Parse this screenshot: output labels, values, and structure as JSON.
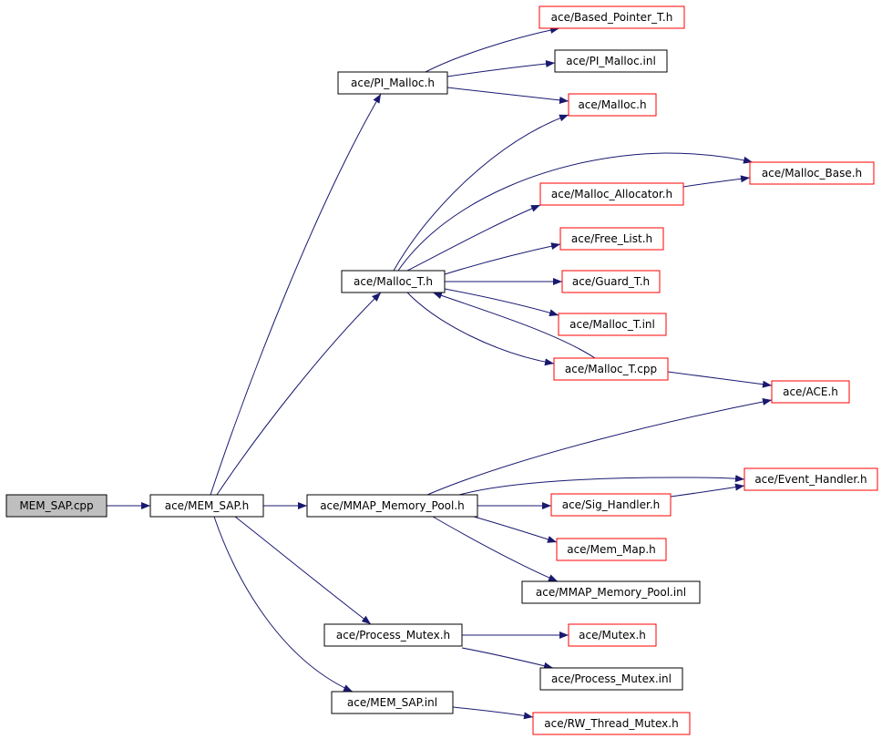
{
  "colors": {
    "edge": "#191970",
    "root_fill": "#bfbfbf",
    "border_plain": "#000000",
    "border_external": "#ff0000",
    "node_fill": "#ffffff"
  },
  "nodes": [
    {
      "id": "mem_sap_cpp",
      "label": "MEM_SAP.cpp",
      "style": "root"
    },
    {
      "id": "mem_sap_h",
      "label": "ace/MEM_SAP.h",
      "style": "plain"
    },
    {
      "id": "pi_malloc_h",
      "label": "ace/PI_Malloc.h",
      "style": "plain"
    },
    {
      "id": "malloc_t_h",
      "label": "ace/Malloc_T.h",
      "style": "plain"
    },
    {
      "id": "mmap_memory_pool_h",
      "label": "ace/MMAP_Memory_Pool.h",
      "style": "plain"
    },
    {
      "id": "process_mutex_h",
      "label": "ace/Process_Mutex.h",
      "style": "plain"
    },
    {
      "id": "mem_sap_inl",
      "label": "ace/MEM_SAP.inl",
      "style": "plain"
    },
    {
      "id": "based_pointer_t_h",
      "label": "ace/Based_Pointer_T.h",
      "style": "external"
    },
    {
      "id": "pi_malloc_inl",
      "label": "ace/PI_Malloc.inl",
      "style": "plain"
    },
    {
      "id": "malloc_h",
      "label": "ace/Malloc.h",
      "style": "external"
    },
    {
      "id": "malloc_base_h",
      "label": "ace/Malloc_Base.h",
      "style": "external"
    },
    {
      "id": "malloc_allocator_h",
      "label": "ace/Malloc_Allocator.h",
      "style": "external"
    },
    {
      "id": "free_list_h",
      "label": "ace/Free_List.h",
      "style": "external"
    },
    {
      "id": "guard_t_h",
      "label": "ace/Guard_T.h",
      "style": "external"
    },
    {
      "id": "malloc_t_inl",
      "label": "ace/Malloc_T.inl",
      "style": "external"
    },
    {
      "id": "malloc_t_cpp",
      "label": "ace/Malloc_T.cpp",
      "style": "external"
    },
    {
      "id": "ace_h",
      "label": "ace/ACE.h",
      "style": "external"
    },
    {
      "id": "event_handler_h",
      "label": "ace/Event_Handler.h",
      "style": "external"
    },
    {
      "id": "sig_handler_h",
      "label": "ace/Sig_Handler.h",
      "style": "external"
    },
    {
      "id": "mem_map_h",
      "label": "ace/Mem_Map.h",
      "style": "external"
    },
    {
      "id": "mmap_memory_pool_inl",
      "label": "ace/MMAP_Memory_Pool.inl",
      "style": "plain"
    },
    {
      "id": "mutex_h",
      "label": "ace/Mutex.h",
      "style": "external"
    },
    {
      "id": "process_mutex_inl",
      "label": "ace/Process_Mutex.inl",
      "style": "plain"
    },
    {
      "id": "rw_thread_mutex_h",
      "label": "ace/RW_Thread_Mutex.h",
      "style": "external"
    }
  ],
  "edges": [
    {
      "from": "mem_sap_cpp",
      "to": "mem_sap_h"
    },
    {
      "from": "mem_sap_h",
      "to": "pi_malloc_h"
    },
    {
      "from": "mem_sap_h",
      "to": "malloc_t_h"
    },
    {
      "from": "mem_sap_h",
      "to": "mmap_memory_pool_h"
    },
    {
      "from": "mem_sap_h",
      "to": "process_mutex_h"
    },
    {
      "from": "mem_sap_h",
      "to": "mem_sap_inl"
    },
    {
      "from": "pi_malloc_h",
      "to": "based_pointer_t_h"
    },
    {
      "from": "pi_malloc_h",
      "to": "pi_malloc_inl"
    },
    {
      "from": "pi_malloc_h",
      "to": "malloc_h"
    },
    {
      "from": "malloc_t_h",
      "to": "malloc_h"
    },
    {
      "from": "malloc_t_h",
      "to": "malloc_base_h"
    },
    {
      "from": "malloc_t_h",
      "to": "malloc_allocator_h"
    },
    {
      "from": "malloc_t_h",
      "to": "free_list_h"
    },
    {
      "from": "malloc_t_h",
      "to": "guard_t_h"
    },
    {
      "from": "malloc_t_h",
      "to": "malloc_t_inl"
    },
    {
      "from": "malloc_t_h",
      "to": "malloc_t_cpp"
    },
    {
      "from": "malloc_allocator_h",
      "to": "malloc_base_h"
    },
    {
      "from": "malloc_t_cpp",
      "to": "malloc_t_h"
    },
    {
      "from": "malloc_t_cpp",
      "to": "ace_h"
    },
    {
      "from": "mmap_memory_pool_h",
      "to": "ace_h"
    },
    {
      "from": "mmap_memory_pool_h",
      "to": "event_handler_h"
    },
    {
      "from": "mmap_memory_pool_h",
      "to": "sig_handler_h"
    },
    {
      "from": "mmap_memory_pool_h",
      "to": "mem_map_h"
    },
    {
      "from": "mmap_memory_pool_h",
      "to": "mmap_memory_pool_inl"
    },
    {
      "from": "sig_handler_h",
      "to": "event_handler_h"
    },
    {
      "from": "process_mutex_h",
      "to": "mutex_h"
    },
    {
      "from": "process_mutex_h",
      "to": "process_mutex_inl"
    },
    {
      "from": "mem_sap_inl",
      "to": "rw_thread_mutex_h"
    }
  ]
}
